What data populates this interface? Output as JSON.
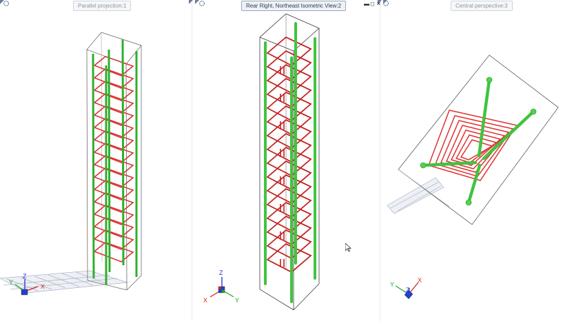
{
  "viewports": [
    {
      "tab_label": "Parallel projection:1",
      "axes": {
        "x": "X",
        "y": "Y",
        "z": "Z"
      }
    },
    {
      "tab_label": "Rear Right, Northeast Isometric View:2",
      "axes": {
        "x": "X",
        "y": "Y",
        "z": "Z"
      }
    },
    {
      "tab_label": "Central perspective:3",
      "axes": {
        "x": "X",
        "y": "Y",
        "z": "Z"
      }
    }
  ],
  "window_controls": {
    "minimize": "▬",
    "restore": "◻",
    "close": "✕"
  },
  "colors": {
    "stirrup": "#e03030",
    "rebar": "#3fc43f",
    "outline": "#5a5a5a",
    "axis_x": "#d42020",
    "axis_y": "#1ea51e",
    "axis_z": "#1d2fc9"
  }
}
